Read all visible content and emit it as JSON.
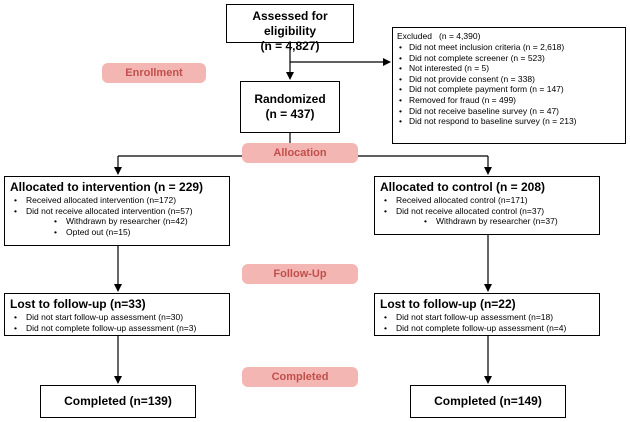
{
  "phases": {
    "enrollment": "Enrollment",
    "allocation": "Allocation",
    "follow_up": "Follow-Up",
    "completed": "Completed"
  },
  "assessed": {
    "title": "Assessed for eligibility",
    "count": "(n = 4,827)"
  },
  "excluded": {
    "heading": "Excluded   (n = 4,390)",
    "items": [
      "Did not meet inclusion criteria (n = 2,618)",
      "Did not complete screener (n = 523)",
      "Not interested (n = 5)",
      "Did not provide consent (n = 338)",
      "Did not complete payment form (n = 147)",
      "Removed for fraud (n = 499)",
      "Did not receive baseline survey (n = 47)",
      "Did not respond to baseline survey (n = 213)"
    ]
  },
  "randomized": {
    "title": "Randomized",
    "count": "(n = 437)"
  },
  "intervention": {
    "title": "Allocated to intervention (n = 229)",
    "items": [
      "Received allocated intervention (n=172)",
      "Did not receive allocated intervention (n=57)"
    ],
    "sub_items": [
      "Withdrawn by researcher (n=42)",
      "Opted out (n=15)"
    ],
    "lost": {
      "title": "Lost to follow-up (n=33)",
      "items": [
        "Did not start follow-up assessment (n=30)",
        "Did not complete follow-up assessment (n=3)"
      ]
    },
    "completed": "Completed (n=139)"
  },
  "control": {
    "title": "Allocated to control (n = 208)",
    "items": [
      "Received allocated control (n=171)",
      "Did not receive allocated control (n=37)"
    ],
    "sub_items": [
      "Withdrawn by researcher (n=37)"
    ],
    "lost": {
      "title": "Lost to follow-up (n=22)",
      "items": [
        "Did not start follow-up assessment (n=18)",
        "Did not complete follow-up assessment (n=4)"
      ]
    },
    "completed": "Completed (n=149)"
  }
}
